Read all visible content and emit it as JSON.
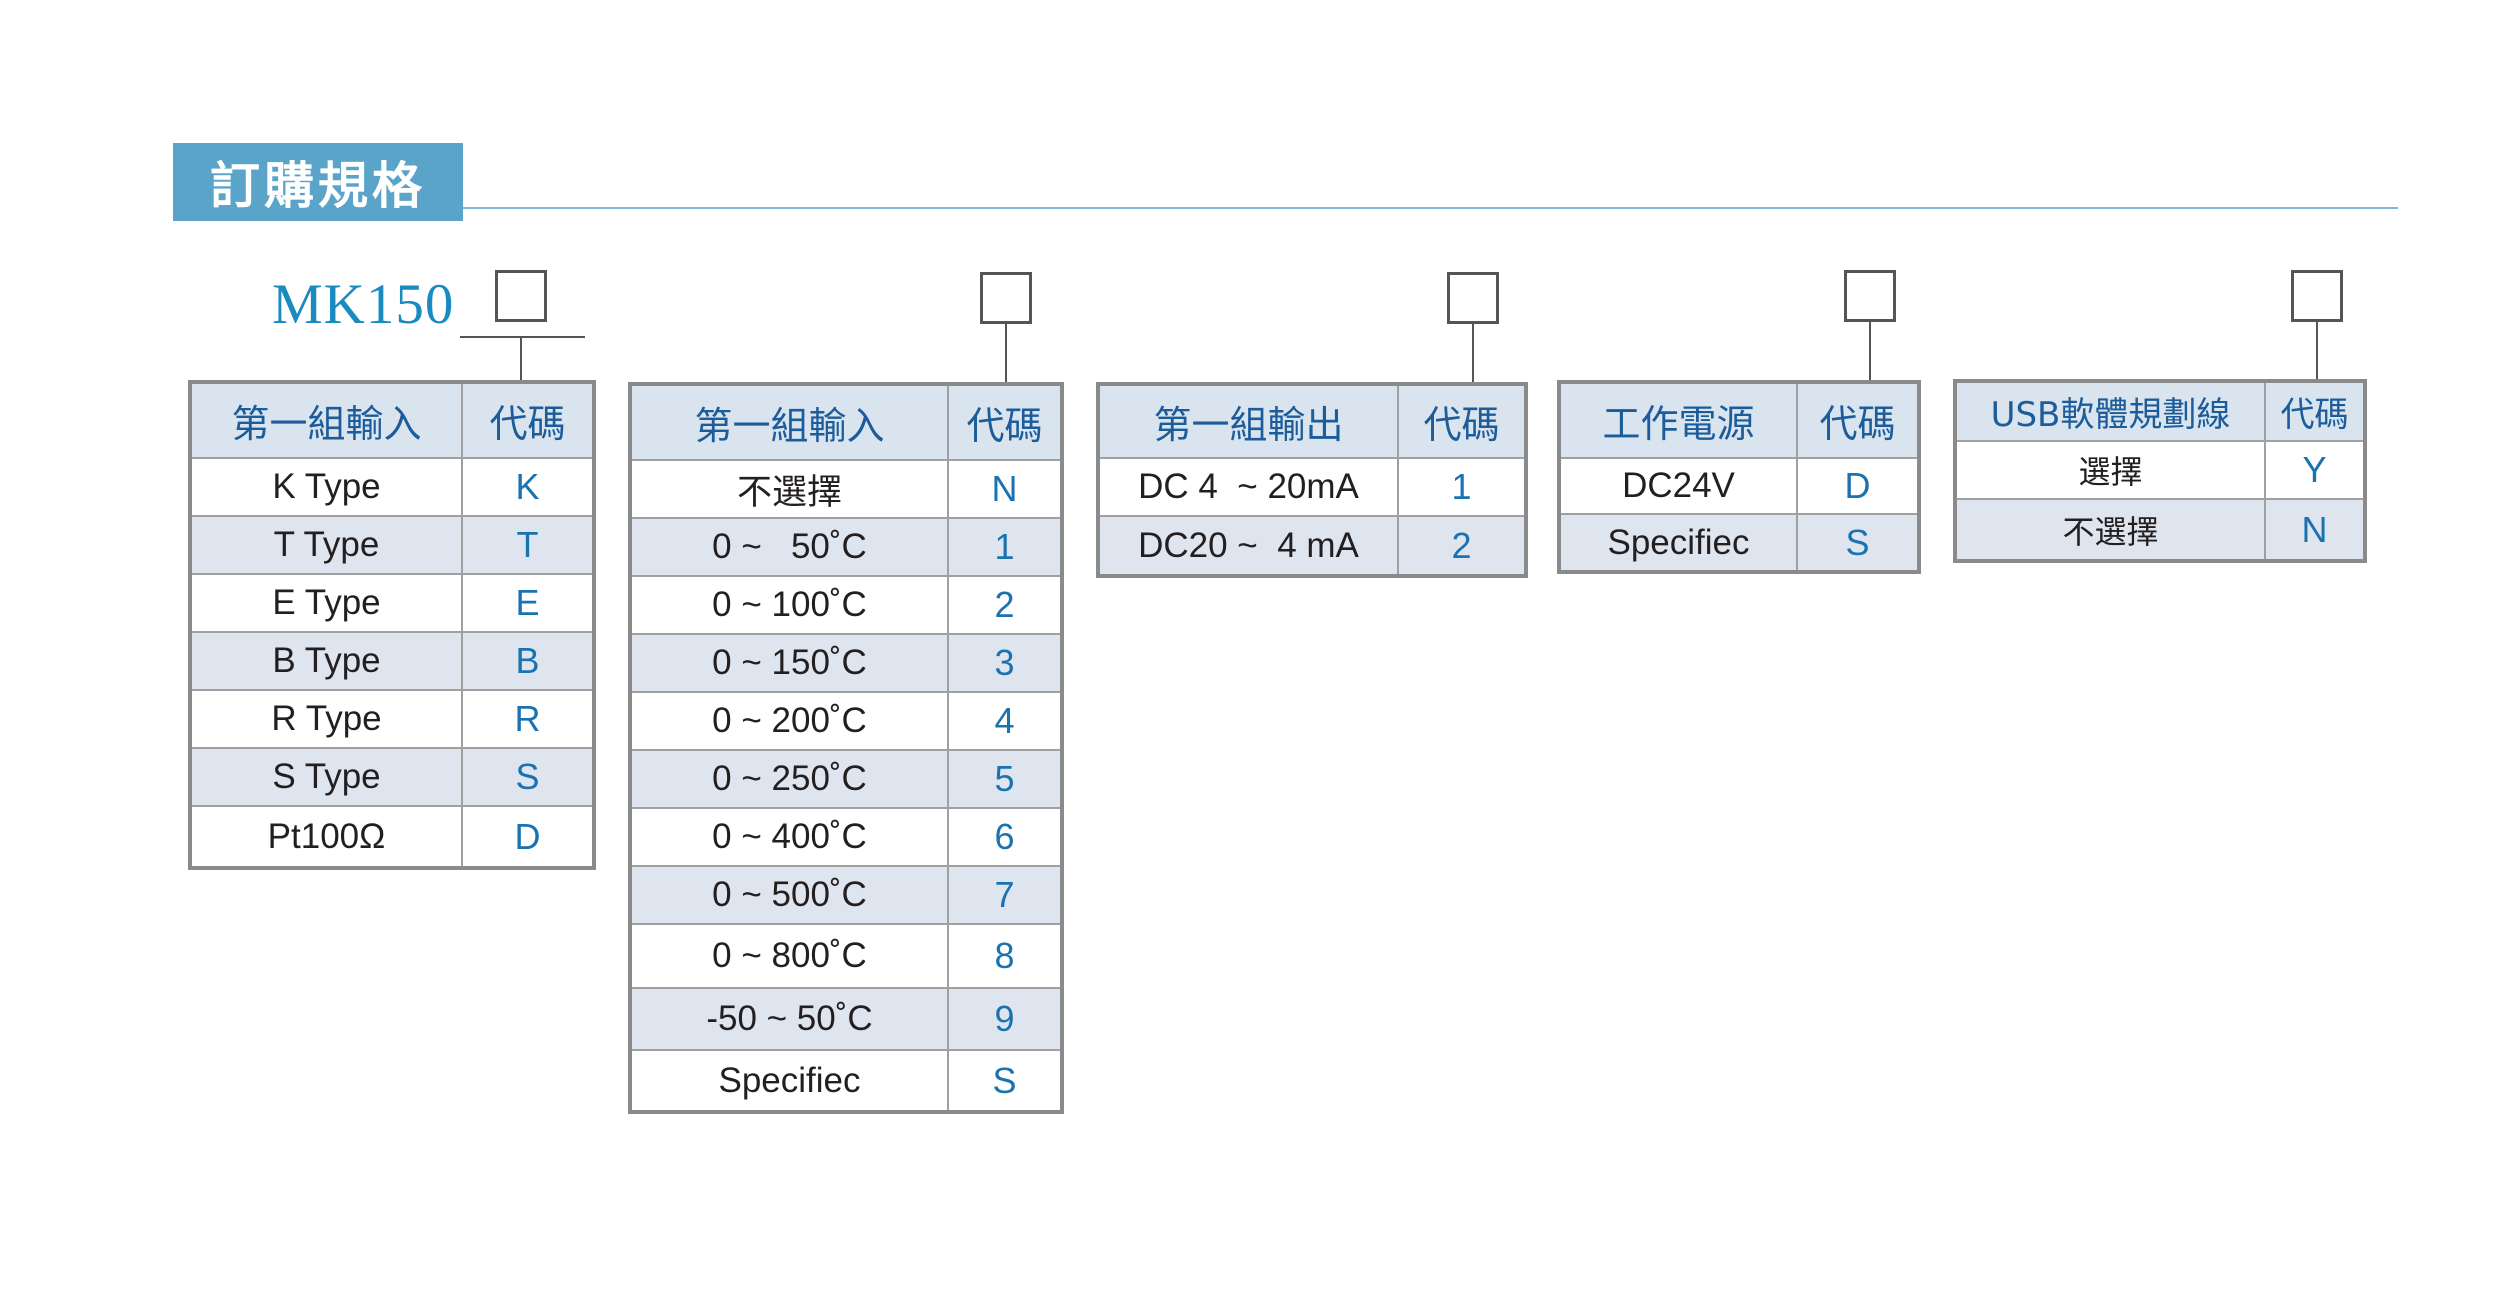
{
  "section_title": "訂購規格",
  "model": "MK150",
  "tables": [
    {
      "header": [
        "第一組輸入",
        "代碼"
      ],
      "rows": [
        [
          "K Type",
          "K"
        ],
        [
          "T Type",
          "T"
        ],
        [
          "E Type",
          "E"
        ],
        [
          "B Type",
          "B"
        ],
        [
          "R Type",
          "R"
        ],
        [
          "S Type",
          "S"
        ],
        [
          "Pt100Ω",
          "D"
        ]
      ]
    },
    {
      "header": [
        "第一組輸入",
        "代碼"
      ],
      "rows": [
        [
          "不選擇",
          "N"
        ],
        [
          "0 ~   50˚C",
          "1"
        ],
        [
          "0 ~ 100˚C",
          "2"
        ],
        [
          "0 ~ 150˚C",
          "3"
        ],
        [
          "0 ~ 200˚C",
          "4"
        ],
        [
          "0 ~ 250˚C",
          "5"
        ],
        [
          "0 ~ 400˚C",
          "6"
        ],
        [
          "0 ~ 500˚C",
          "7"
        ],
        [
          "0 ~ 800˚C",
          "8"
        ],
        [
          "-50 ~ 50˚C",
          "9"
        ],
        [
          "Specifiec",
          "S"
        ]
      ]
    },
    {
      "header": [
        "第一組輸出",
        "代碼"
      ],
      "rows": [
        [
          "DC 4  ~ 20mA",
          "1"
        ],
        [
          "DC20 ~  4 mA",
          "2"
        ]
      ]
    },
    {
      "header": [
        "工作電源",
        "代碼"
      ],
      "rows": [
        [
          "DC24V",
          "D"
        ],
        [
          "Specifiec",
          "S"
        ]
      ]
    },
    {
      "header": [
        "USB軟體規劃線",
        "代碼"
      ],
      "rows": [
        [
          "選擇",
          "Y"
        ],
        [
          "不選擇",
          "N"
        ]
      ]
    }
  ]
}
